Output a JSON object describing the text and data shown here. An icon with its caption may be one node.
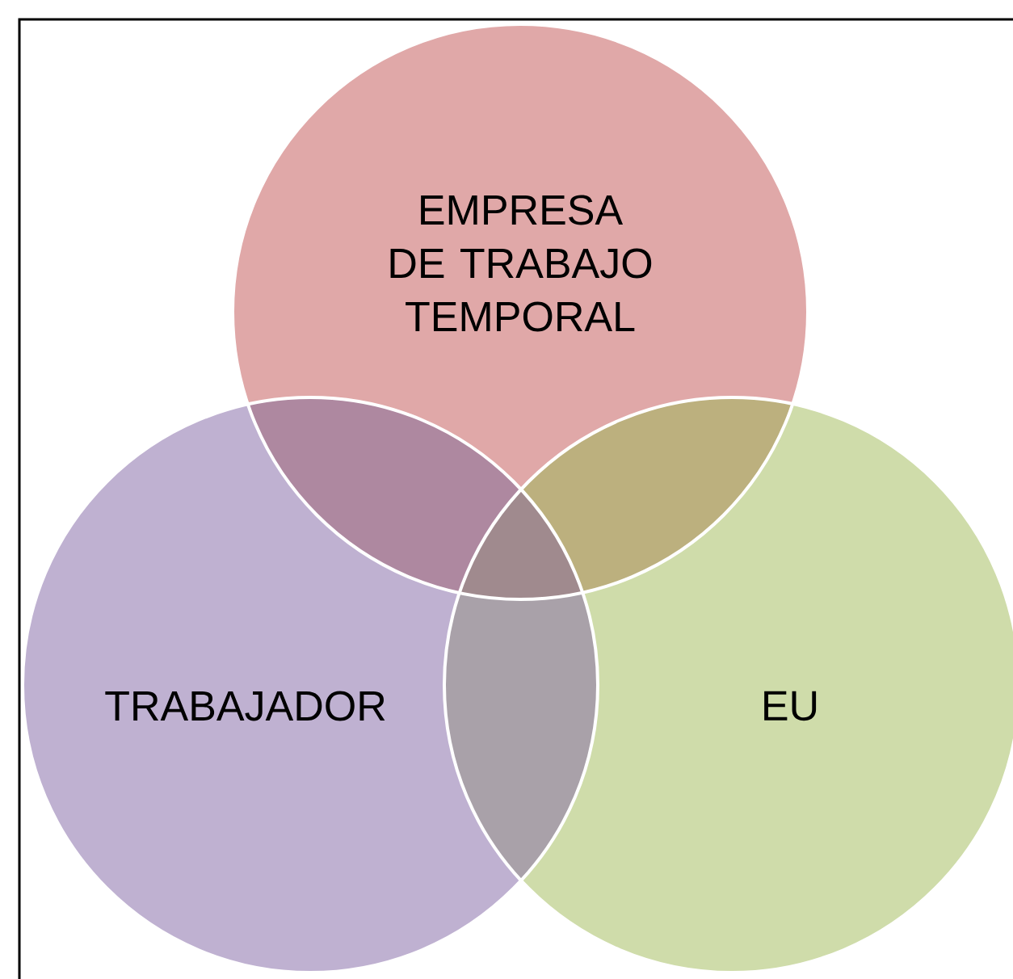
{
  "diagram": {
    "nodes": [
      {
        "text": [
          "EMPRESA DE TRABAJO TEMPORAL"
        ]
      },
      {
        "text": [
          "TRABAJADOR"
        ]
      },
      {
        "text": [
          "EU"
        ]
      }
    ]
  }
}
